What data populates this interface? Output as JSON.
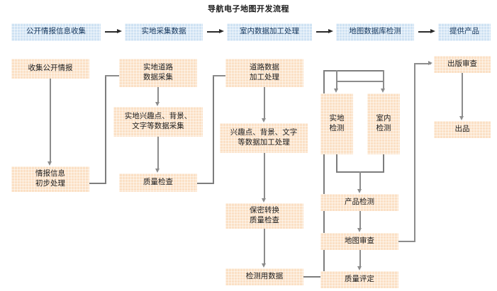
{
  "title": "导航电子地图开发流程",
  "theme": {
    "stage_fill": "#cfe2f3",
    "process_fill": "#fbe0c5",
    "connector": "#8c8c8c",
    "stage_arrow": "#2b2b2b",
    "page_bg": "#ffffff"
  },
  "stages": [
    {
      "label": "公开情报信息收集"
    },
    {
      "label": "实地采集数据"
    },
    {
      "label": "室内数据加工处理"
    },
    {
      "label": "地图数据库检测"
    },
    {
      "label": "提供产品"
    }
  ],
  "nodes": {
    "collect_open_intel": {
      "label": "收集公开情报"
    },
    "intel_preprocess": {
      "label": "情报信息\n初步处理"
    },
    "field_road_collect": {
      "label": "实地道路\n数据采集"
    },
    "field_poi_collect": {
      "label": "实地兴趣点、背景、\n文字等数据采集"
    },
    "quality_check_field": {
      "label": "质量检查"
    },
    "road_data_process": {
      "label": "道路数据\n加工处理"
    },
    "poi_data_process": {
      "label": "兴趣点、背景、文字\n等数据加工处理"
    },
    "secure_convert_qc": {
      "label": "保密转换\n质量检查"
    },
    "test_data": {
      "label": "检测用数据"
    },
    "field_inspection": {
      "label": "实地\n检测"
    },
    "indoor_inspection": {
      "label": "室内\n检测"
    },
    "product_inspection": {
      "label": "产品检测"
    },
    "map_review": {
      "label": "地图审查"
    },
    "quality_rating": {
      "label": "质量评定"
    },
    "publication_review": {
      "label": "出版审查"
    },
    "output_product": {
      "label": "出品"
    }
  }
}
